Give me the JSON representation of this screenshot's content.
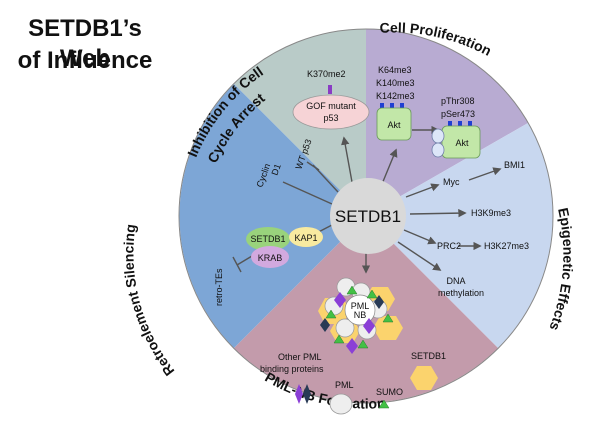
{
  "title": {
    "line1": "SETDB1’s Web",
    "line2": "of Influence"
  },
  "center": {
    "label": "SETDB1"
  },
  "sections": {
    "inhibition": {
      "title_line1": "Inhibition of Cell",
      "title_line2": "Cycle Arrest",
      "color": "#b9cbc8"
    },
    "proliferation": {
      "title": "Cell Proliferation",
      "color": "#b8abd2"
    },
    "epigenetic": {
      "title": "Epigenetic Effects",
      "color": "#c8d7ef"
    },
    "pmlnb": {
      "title": "PML-NB Formation",
      "color": "#c39bab"
    },
    "retro": {
      "title": "Retroelement Silencing",
      "color": "#7da6d6"
    }
  },
  "labels": {
    "k370": "K370me2",
    "gof_line1": "GOF mutant",
    "gof_line2": "p53",
    "wt_p53": "WT p53",
    "cyclin_line1": "Cyclin",
    "cyclin_line2": "D1",
    "k64": "K64me3",
    "k140": "K140me3",
    "k142": "K142me3",
    "akt1": "Akt",
    "pthr": "pThr308",
    "pser": "pSer473",
    "akt2": "Akt",
    "myc": "Myc",
    "bmi1": "BMI1",
    "h3k9": "H3K9me3",
    "prc2": "PRC2",
    "h3k27": "H3K27me3",
    "dna_line1": "DNA",
    "dna_line2": "methylation",
    "setdb1_small": "SETDB1",
    "kap1": "KAP1",
    "krab": "KRAB",
    "retrotes": "retro-TEs",
    "pml_nb_line1": "PML",
    "pml_nb_line2": "NB",
    "other_line1": "Other PML",
    "other_line2": "binding proteins",
    "legend_pml": "PML",
    "legend_sumo": "SUMO",
    "legend_setdb1": "SETDB1"
  }
}
